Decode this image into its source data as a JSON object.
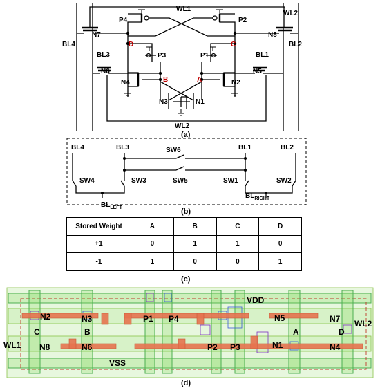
{
  "panel_a": {
    "caption": "(a)",
    "wordlines": {
      "wl1": "WL1",
      "wl2_top": "WL2",
      "wl2_bottom": "WL2"
    },
    "bitlines": {
      "bl1": "BL1",
      "bl2": "BL2",
      "bl3": "BL3",
      "bl4": "BL4"
    },
    "transistors": {
      "p1": "P1",
      "p2": "P2",
      "p3": "P3",
      "p4": "P4",
      "n1": "N1",
      "n2": "N2",
      "n3": "N3",
      "n4": "N4",
      "n5": "N5",
      "n6": "N6",
      "n7": "N7",
      "n8": "N8"
    },
    "nodes": {
      "a": "A",
      "b": "B",
      "c": "C",
      "d": "D"
    },
    "node_color": "#c00000"
  },
  "panel_b": {
    "caption": "(b)",
    "bitlines": {
      "bl4": "BL4",
      "bl3": "BL3",
      "bl1": "BL1",
      "bl2": "BL2"
    },
    "switches": {
      "sw1": "SW1",
      "sw2": "SW2",
      "sw3": "SW3",
      "sw4": "SW4",
      "sw5": "SW5",
      "sw6": "SW6"
    },
    "bl_left": {
      "main": "BL",
      "sub": "LEFT"
    },
    "bl_right": {
      "main": "BL",
      "sub": "RIGHT"
    }
  },
  "panel_c": {
    "caption": "(c)",
    "headers": [
      "Stored Weight",
      "A",
      "B",
      "C",
      "D"
    ],
    "rows": [
      [
        "+1",
        "0",
        "1",
        "1",
        "0"
      ],
      [
        "-1",
        "1",
        "0",
        "0",
        "1"
      ]
    ]
  },
  "panel_d": {
    "caption": "(d)",
    "labels": {
      "vdd": "VDD",
      "vss": "VSS",
      "wl1": "WL1",
      "wl2": "WL2",
      "n1": "N1",
      "n2": "N2",
      "n3": "N3",
      "n4": "N4",
      "n5": "N5",
      "n6": "N6",
      "n7": "N7",
      "n8": "N8",
      "p1": "P1",
      "p2": "P2",
      "p3": "P3",
      "p4": "P4",
      "a": "A",
      "b": "B",
      "c": "C",
      "d": "D"
    },
    "colors": {
      "diffusion": "#7ed957",
      "poly": "#e5734f",
      "boundary": "#c0392b"
    }
  }
}
